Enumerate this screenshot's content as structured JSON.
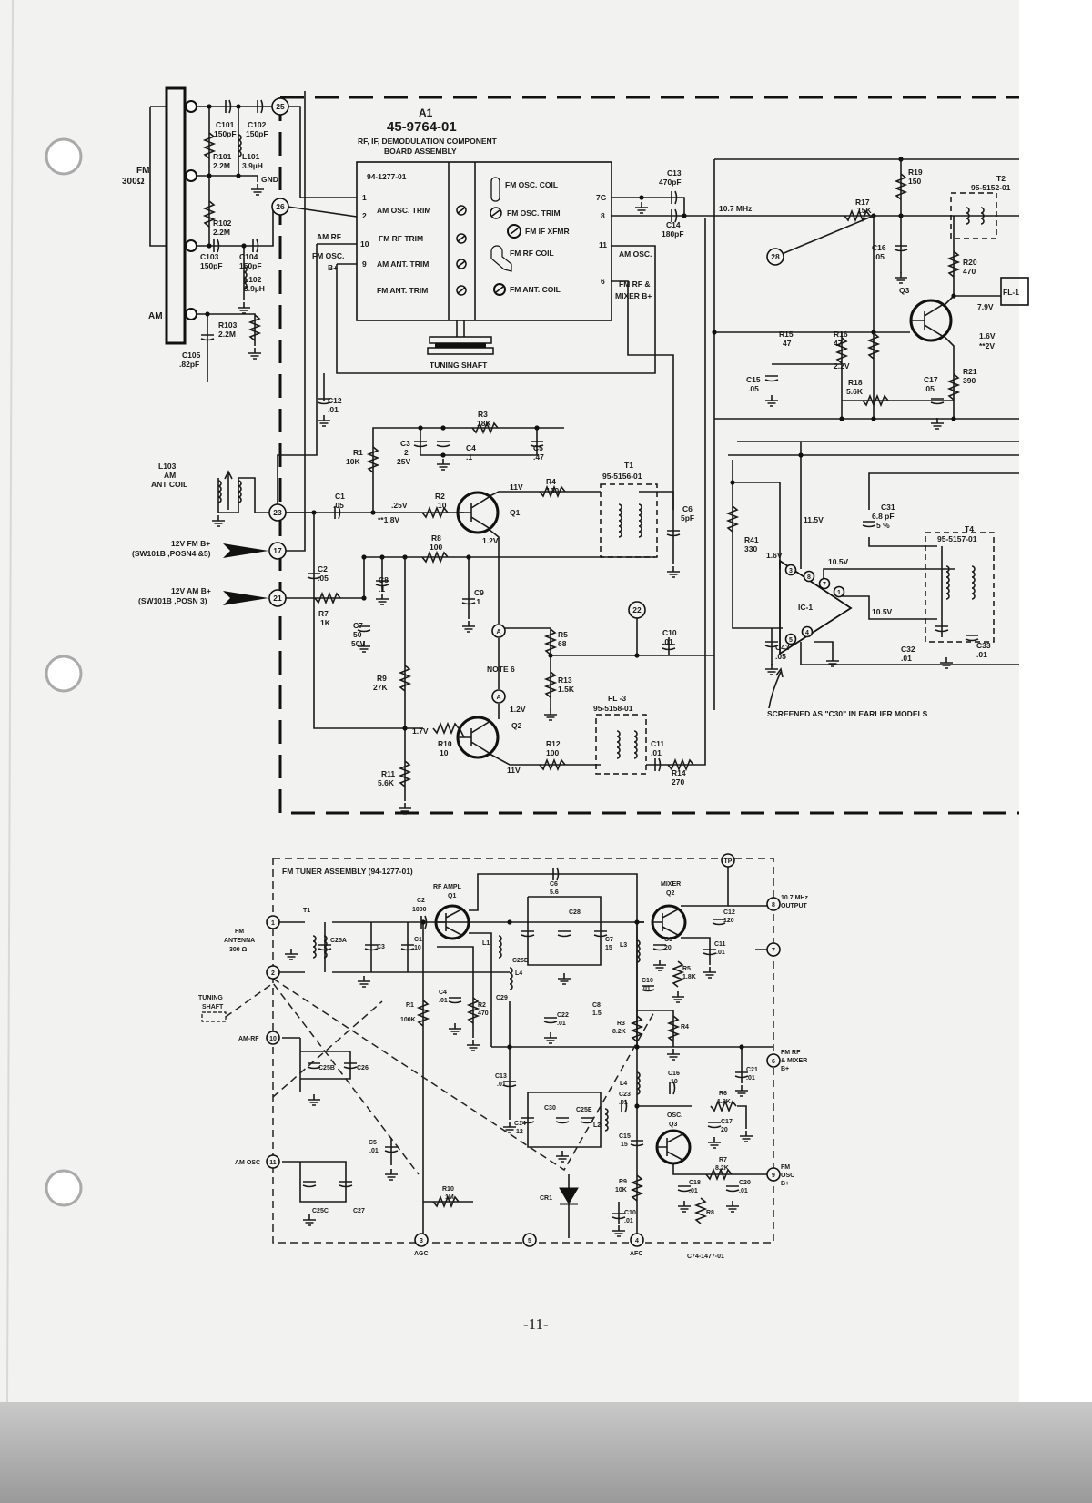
{
  "page_number": "-11-",
  "a1": {
    "ref": "A1",
    "part": "45-9764-01",
    "title_line1": "RF, IF, DEMODULATION COMPONENT",
    "title_line2": "BOARD ASSEMBLY",
    "sub_part": "94-1277-01",
    "pins_left": [
      "1",
      "2",
      "10",
      "9"
    ],
    "pins_right": [
      "7G",
      "8",
      "11",
      "6"
    ],
    "trims": [
      "AM OSC. TRIM",
      "FM RF TRIM",
      "AM ANT. TRIM",
      "FM ANT. TRIM"
    ],
    "adjusters": [
      "FM OSC. COIL",
      "FM OSC. TRIM",
      "FM IF XFMR",
      "FM RF COIL",
      "FM ANT. COIL"
    ],
    "tuning_shaft": "TUNING SHAFT",
    "am_rf": "AM RF",
    "fm_osc": "FM OSC.",
    "b_plus": "B+",
    "am_osc": "AM OSC.",
    "fm_rf_mixer1": "FM RF &",
    "fm_rf_mixer2": "MIXER B+"
  },
  "antenna": {
    "fm1": "FM",
    "fm2": "300Ω",
    "am": "AM",
    "gnd": "GND"
  },
  "nodes": {
    "n25": "25",
    "n26": "26",
    "n23": "23",
    "n17": "17",
    "n21": "21",
    "n28": "28",
    "n22": "22",
    "a": "A"
  },
  "supplies": {
    "fm_b1": "12V FM B+",
    "fm_b2": "(SW101B ,POSN4 &5)",
    "am_b1": "12V AM B+",
    "am_b2": "(SW101B ,POSN 3)"
  },
  "labels": {
    "c101": "C101",
    "c101v": "150pF",
    "c102": "C102",
    "c102v": "150pF",
    "r101": "R101",
    "r101v": "2.2M",
    "l101": "L101",
    "l101v": "3.9µH",
    "r102": "R102",
    "r102v": "2.2M",
    "c103": "C103",
    "c103v": "150pF",
    "c104": "C104",
    "c104v": "150pF",
    "l102": "L102",
    "l102v": "3.9µH",
    "r103": "R103",
    "r103v": "2.2M",
    "c105": "C105",
    "c105v": ".82pF",
    "c13": "C13",
    "c13v": "470pF",
    "c14": "C14",
    "c14v": "180pF",
    "mhz": "10.7  MHz",
    "r17": "R17",
    "r17v": "15K",
    "r19": "R19",
    "r19v": "150",
    "c16": "C16",
    "c16v": ".05",
    "q3": "Q3",
    "t2": "T2",
    "t2v": "95-5152-01",
    "r20": "R20",
    "r20v": "470",
    "v79": "7.9V",
    "v16": "1.6V",
    "v2": "**2V",
    "r21": "R21",
    "r21v": "390",
    "fl1": "FL-1",
    "r15": "R15",
    "r15v": "47",
    "r16": "R16",
    "r16v": "47",
    "v22": "2.2V",
    "c15": "C15",
    "c15v": ".05",
    "r18": "R18",
    "r18v": "5.6K",
    "c17": "C17",
    "c17v": ".05",
    "c12": "C12",
    "c12v": ".01",
    "l103a": "L103",
    "l103b": "AM",
    "l103c": "ANT COIL",
    "r3": "R3",
    "r3v": "18K",
    "r1": "R1",
    "r1v": "10K",
    "c3": "C3",
    "c3v": "2",
    "c3v2": "25V",
    "c4": "C4",
    "c4v": ".1",
    "c5": "C5",
    "c5v": ".47",
    "c1": "C1",
    "c1v": ".05",
    "v025": ".25V",
    "v18": "**1.8V",
    "r2": "R2",
    "r2v": "10",
    "q1": "Q1",
    "v11a": "11V",
    "v12a": "1.2V",
    "r4": "R4",
    "r4v": "100",
    "t1": "T1",
    "t1v": "95-5156-01",
    "c6": "C6",
    "c6v": "5pF",
    "r8": "R8",
    "r8v": "100",
    "c2": "C2",
    "c2v": ".05",
    "c8": "C8",
    "c8v": ".1",
    "c9": "C9",
    "c9v": ".1",
    "r7": "R7",
    "r7v": "1K",
    "c7": "C7",
    "c7v": "50",
    "c7v2": "50V",
    "r5": "R5",
    "r5v": "68",
    "c10": "C10",
    "c10v": ".01",
    "note6": "NOTE 6",
    "r13": "R13",
    "r13v": "1.5K",
    "v12b": "1.2V",
    "r9": "R9",
    "r9v": "27K",
    "v17": "1.7V",
    "r10": "R10",
    "r10v": "10",
    "q2": "Q2",
    "fl3": "FL -3",
    "fl3v": "95-5158-01",
    "r12": "R12",
    "r12v": "100",
    "v11b": "11V",
    "c11": "C11",
    "c11v": ".01",
    "r14": "R14",
    "r14v": "270",
    "r11": "R11",
    "r11v": "5.6K",
    "r41": "R41",
    "r41v": "330",
    "v115": "11.5V",
    "c31": "C31",
    "c31v": "6.8 pF",
    "c31v2": "5 %",
    "t4": "T4",
    "t4v": "95-5157-01",
    "ic_v16": "1.6V",
    "ic_v105a": "10.5V",
    "ic1": "IC-1",
    "ic_v105b": "10.5V",
    "c43": "C43",
    "c43v": ".05",
    "c32": "C32",
    "c32v": ".01",
    "c33": "C33",
    "c33v": ".01",
    "screened": "SCREENED AS \"C30\" IN EARLIER MODELS",
    "ic_pins": [
      "3",
      "8",
      "7",
      "1",
      "5",
      "4"
    ]
  },
  "tuner": {
    "title": "FM TUNER ASSEMBLY (94-1277-01)",
    "nodes": [
      "1",
      "2",
      "10",
      "11",
      "3",
      "5",
      "4",
      "8",
      "7",
      "6",
      "9",
      "TP"
    ],
    "fm_ant1": "FM",
    "fm_ant2": "ANTENNA",
    "fm_ant3": "300 Ω",
    "tuning1": "TUNING",
    "tuning2": "SHAFT",
    "am_rf": "AM-RF",
    "am_osc": "AM OSC",
    "agc": "AGC",
    "afc": "AFC",
    "out1": "10.7 MHz",
    "out2": "OUTPUT",
    "fmrf1": "FM RF",
    "fmrf2": "& MIXER",
    "fmrf3": "B+",
    "fmosc1": "FM",
    "fmosc2": "OSC",
    "fmosc3": "B+",
    "drawing_no": "C74-1477-01",
    "parts": {
      "t1": "T1",
      "c25a": "C25A",
      "c3": "C3",
      "c1": "C1",
      "c1v": "10",
      "c2": "C2",
      "c2v": "1000",
      "rfampl": "RF AMPL",
      "q1": "Q1",
      "c6": "C6",
      "c6v": "5.6",
      "l1": "L1",
      "c25d": "C25D",
      "c28": "C28",
      "c7": "C7",
      "c7v": "15",
      "l4a": "L4",
      "c29": "C29",
      "c4": "C4",
      "c4v": ".01",
      "r2": "R2",
      "r2v": "470",
      "r1": "R1",
      "r1v": "100K",
      "c22": "C22",
      "c22v": ".01",
      "c8": "C8",
      "c8v": "1.5",
      "c25b": "C25B",
      "c26": "C26",
      "c25c": "C25C",
      "c27": "C27",
      "c13": "C13",
      "c13v": ".01",
      "c14": "C14",
      "c14v": "12",
      "c30": "C30",
      "c25e": "C25E",
      "l2": "L2",
      "c5": "C5",
      "c5v": ".01",
      "r10": "R10",
      "r10v": "1M",
      "cr1": "CR1",
      "c10b": "C10",
      "c10bv": ".01",
      "mixer": "MIXER",
      "q2": "Q2",
      "c12": "C12",
      "c12v": "120",
      "c9": "C9",
      "c9v": "20",
      "l3": "L3",
      "c11": "C11",
      "c11v": ".01",
      "r5": "R5",
      "r5v": "1.8K",
      "c10": "C10",
      "c10v": ".01",
      "r3": "R3",
      "r3v": "8.2K",
      "r4": "R4",
      "l4": "L4",
      "c16": "C16",
      "c16v": "10",
      "c23": "C23",
      "c23v": ".01",
      "osc": "OSC.",
      "q3": "Q3",
      "r6": "R6",
      "r6v": "1.8K",
      "c17": "C17",
      "c17v": "20",
      "c15": "C15",
      "c15v": "15",
      "c21": "C21",
      "c21v": ".01",
      "r9": "R9",
      "r9v": "10K",
      "c18": "C18",
      "c18v": ".01",
      "r7": "R7",
      "r7v": "8.2K",
      "c20": "C20",
      "c20v": ".01",
      "r8": "R8"
    }
  }
}
